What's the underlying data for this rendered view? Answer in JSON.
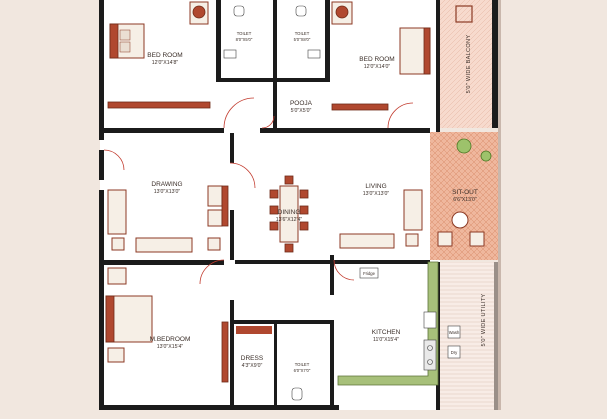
{
  "plan": {
    "rooms": {
      "bedroom_left": {
        "name": "BED ROOM",
        "dim": "12'0\"X14'8\""
      },
      "toilet_left": {
        "name": "TOILET",
        "dim": "8'0\"X5'0\""
      },
      "toilet_right": {
        "name": "TOILET",
        "dim": "5'0\"X8'0\""
      },
      "bedroom_right": {
        "name": "BED ROOM",
        "dim": "12'0\"X14'0\""
      },
      "pooja": {
        "name": "POOJA",
        "dim": "5'0\"X5'0\""
      },
      "drawing": {
        "name": "DRAWING",
        "dim": "13'0\"X13'0\""
      },
      "dining": {
        "name": "DINING",
        "dim": "13'6\"X12'4\""
      },
      "living": {
        "name": "LIVING",
        "dim": "13'0\"X13'0\""
      },
      "sitout": {
        "name": "SIT-OUT",
        "dim": "6'6\"X13'0\""
      },
      "master_bedroom": {
        "name": "M.BEDROOM",
        "dim": "13'0\"X15'4\""
      },
      "dress": {
        "name": "DRESS",
        "dim": "4'3\"X9'0\""
      },
      "toilet_bottom": {
        "name": "TOILET",
        "dim": "6'0\"X7'0\""
      },
      "kitchen": {
        "name": "KITCHEN",
        "dim": "11'0\"X15'4\""
      }
    },
    "balcony_label": "5'0\" WIDE BALCONY",
    "utility_label": "5'0\" WIDE UTILITY",
    "fridge_label": "Fridge",
    "small_labels": [
      "Wash",
      "Dry"
    ],
    "colors": {
      "background": "#f1e7df",
      "floor": "#ffffff",
      "walls": "#1b1b1b",
      "furniture": "#b0482f",
      "sitout_tile": "#e8a98c",
      "balcony_tile": "#f6d5c6",
      "kitchen_counter": "#a7c07a",
      "door_swing": "#c23b2e"
    }
  }
}
